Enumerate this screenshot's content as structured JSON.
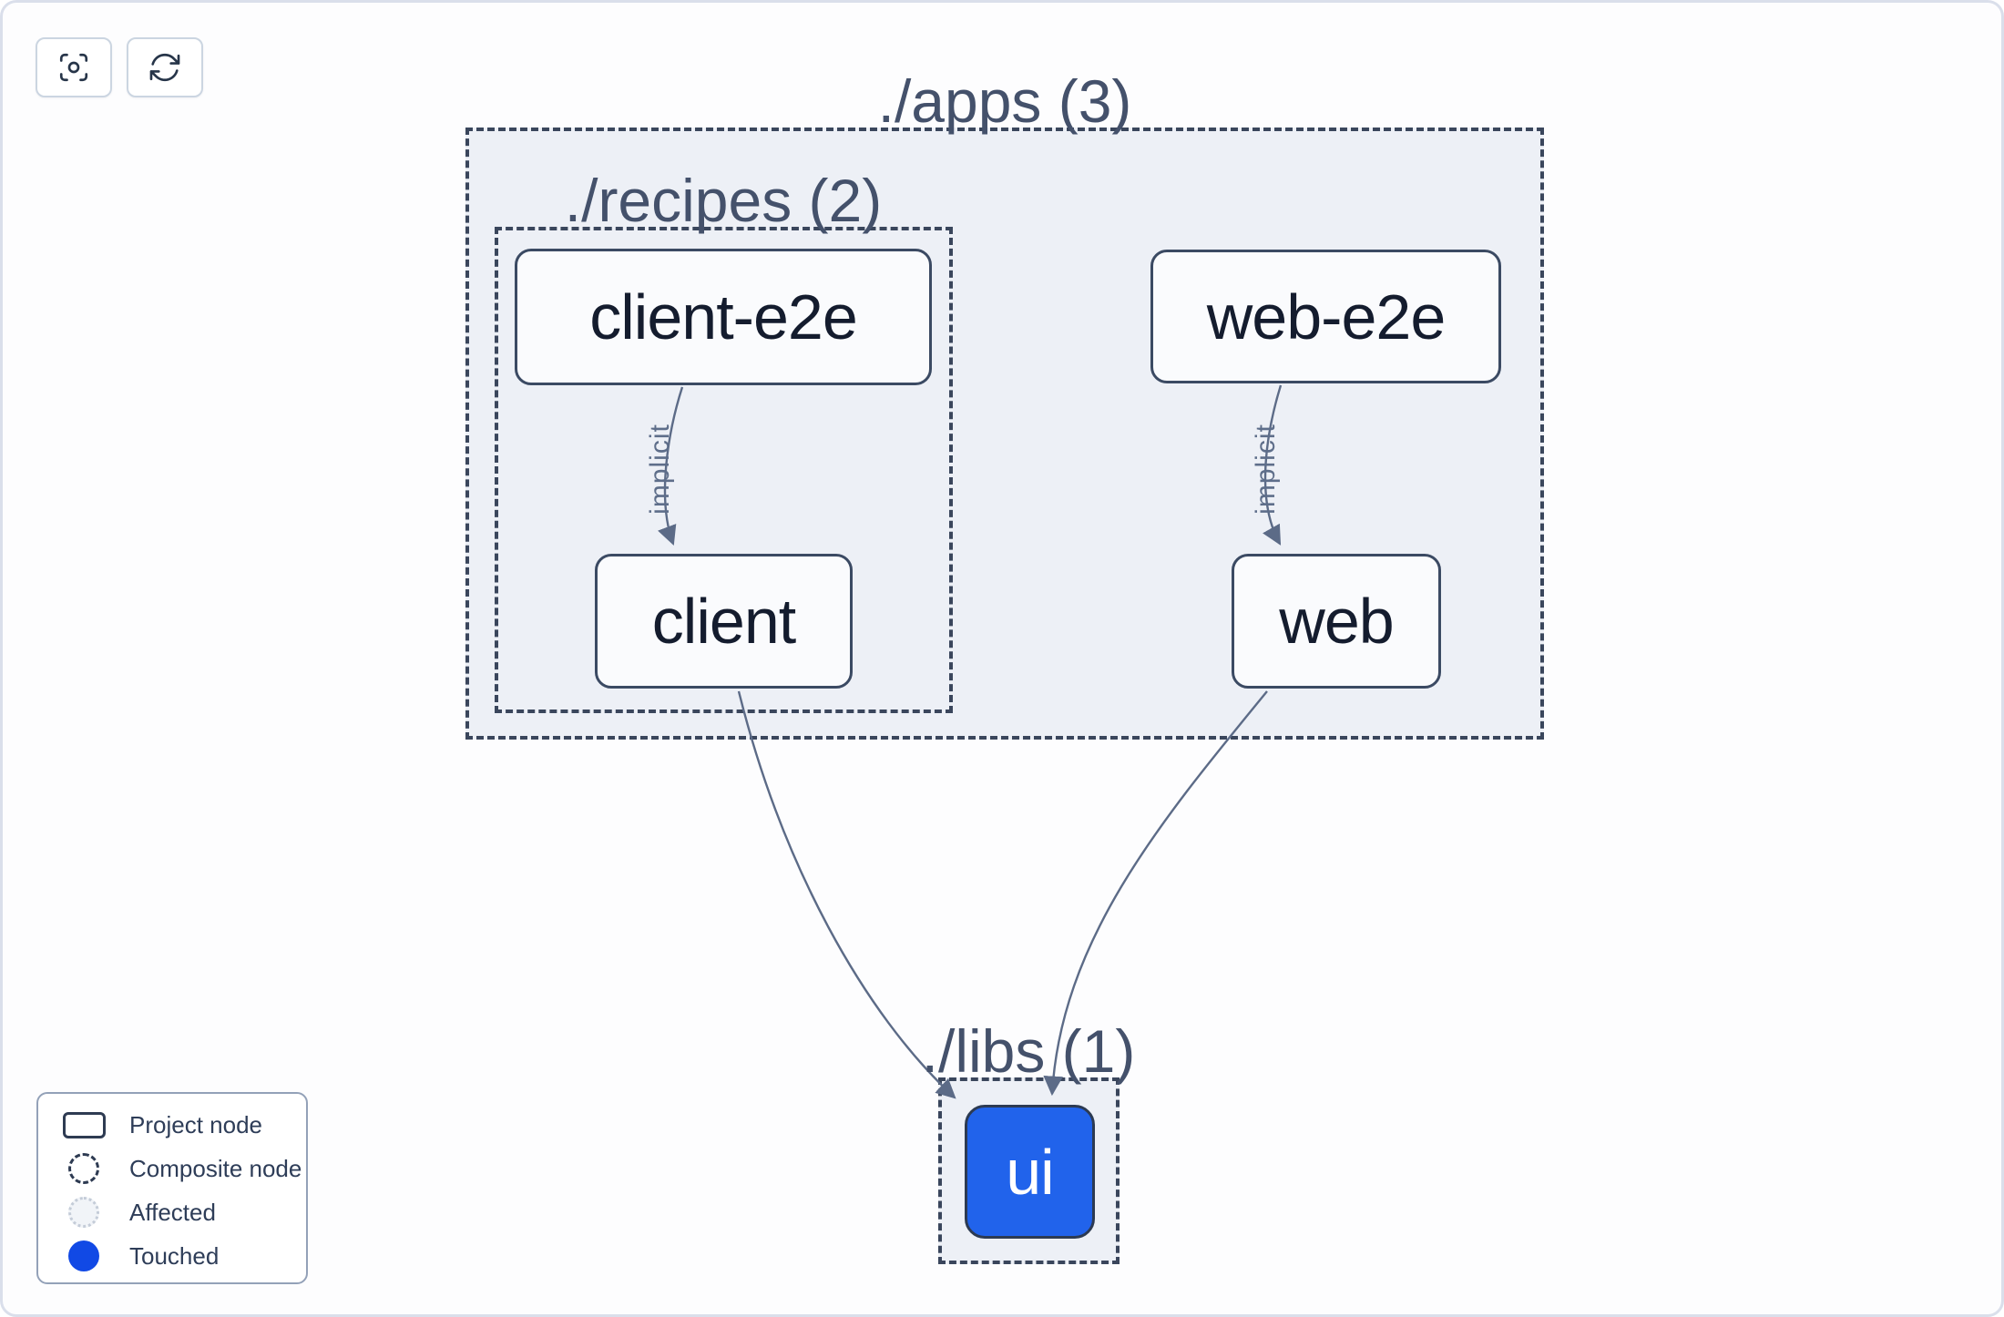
{
  "toolbar": {
    "buttons": [
      {
        "name": "center-graph",
        "icon": "viewfinder-circle-icon"
      },
      {
        "name": "refresh-graph",
        "icon": "arrow-path-icon"
      }
    ]
  },
  "graph": {
    "groups": [
      {
        "id": "apps",
        "label": "./apps (3)"
      },
      {
        "id": "recipes",
        "label": "./recipes (2)"
      },
      {
        "id": "libs",
        "label": "./libs (1)"
      }
    ],
    "nodes": [
      {
        "id": "client-e2e",
        "label": "client-e2e",
        "group": "recipes",
        "state": "default"
      },
      {
        "id": "client",
        "label": "client",
        "group": "recipes",
        "state": "default"
      },
      {
        "id": "web-e2e",
        "label": "web-e2e",
        "group": "apps",
        "state": "default"
      },
      {
        "id": "web",
        "label": "web",
        "group": "apps",
        "state": "default"
      },
      {
        "id": "ui",
        "label": "ui",
        "group": "libs",
        "state": "touched"
      }
    ],
    "edges": [
      {
        "source": "client-e2e",
        "target": "client",
        "label": "implicit"
      },
      {
        "source": "web-e2e",
        "target": "web",
        "label": "implicit"
      },
      {
        "source": "client",
        "target": "ui",
        "label": ""
      },
      {
        "source": "web",
        "target": "ui",
        "label": ""
      }
    ]
  },
  "legend": {
    "items": [
      {
        "label": "Project node",
        "swatch": "project-node"
      },
      {
        "label": "Composite node",
        "swatch": "composite-node"
      },
      {
        "label": "Affected",
        "swatch": "affected"
      },
      {
        "label": "Touched",
        "swatch": "touched"
      }
    ]
  },
  "colors": {
    "touched_swatch": "#1149e5",
    "touched_node_fill": "#2163eb",
    "node_border": "#3b4a63",
    "node_fill": "#fafbfd",
    "node_text": "#141c2e",
    "group_fill": "#edf0f6",
    "group_border": "#3a465c",
    "group_label_text": "#44516b",
    "edge_stroke": "#5c6b87",
    "canvas_border": "#dadfeb"
  }
}
